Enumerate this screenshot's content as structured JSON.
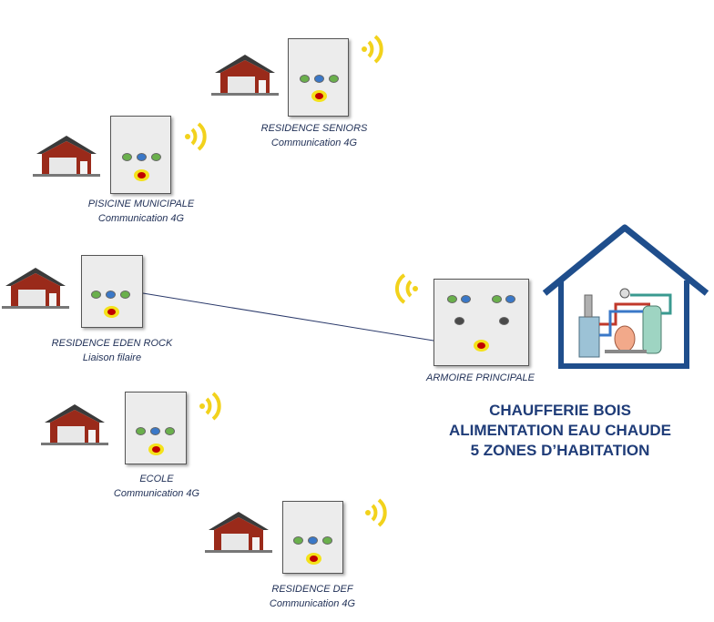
{
  "sites": [
    {
      "id": "seniors",
      "name": "RESIDENCE  SENIORS",
      "link": "Communication  4G"
    },
    {
      "id": "piscine",
      "name": "PISICINE  MUNICIPALE",
      "link": "Communication  4G"
    },
    {
      "id": "eden",
      "name": "RESIDENCE  EDEN  ROCK",
      "link": "Liaison filaire"
    },
    {
      "id": "ecole",
      "name": "ECOLE",
      "link": "Communication  4G"
    },
    {
      "id": "def",
      "name": "RESIDENCE  DEF",
      "link": "Communication 4G"
    }
  ],
  "main_cabinet": {
    "name": "ARMOIRE  PRINCIPALE"
  },
  "boiler_house": {
    "title_lines": [
      "CHAUFFERIE BOIS",
      "ALIMENTATION EAU CHAUDE",
      "5 ZONES D’HABITATION"
    ]
  },
  "colors": {
    "house_roof": "#3a3a3a",
    "house_wall": "#9a2a1a",
    "signal": "#f2d21c",
    "boiler_outline": "#1f4e8c",
    "title": "#1f3c78",
    "link_line": "#2b3a6b"
  },
  "icons": [
    "house-icon",
    "wifi-signal-icon",
    "boiler-house-icon"
  ]
}
